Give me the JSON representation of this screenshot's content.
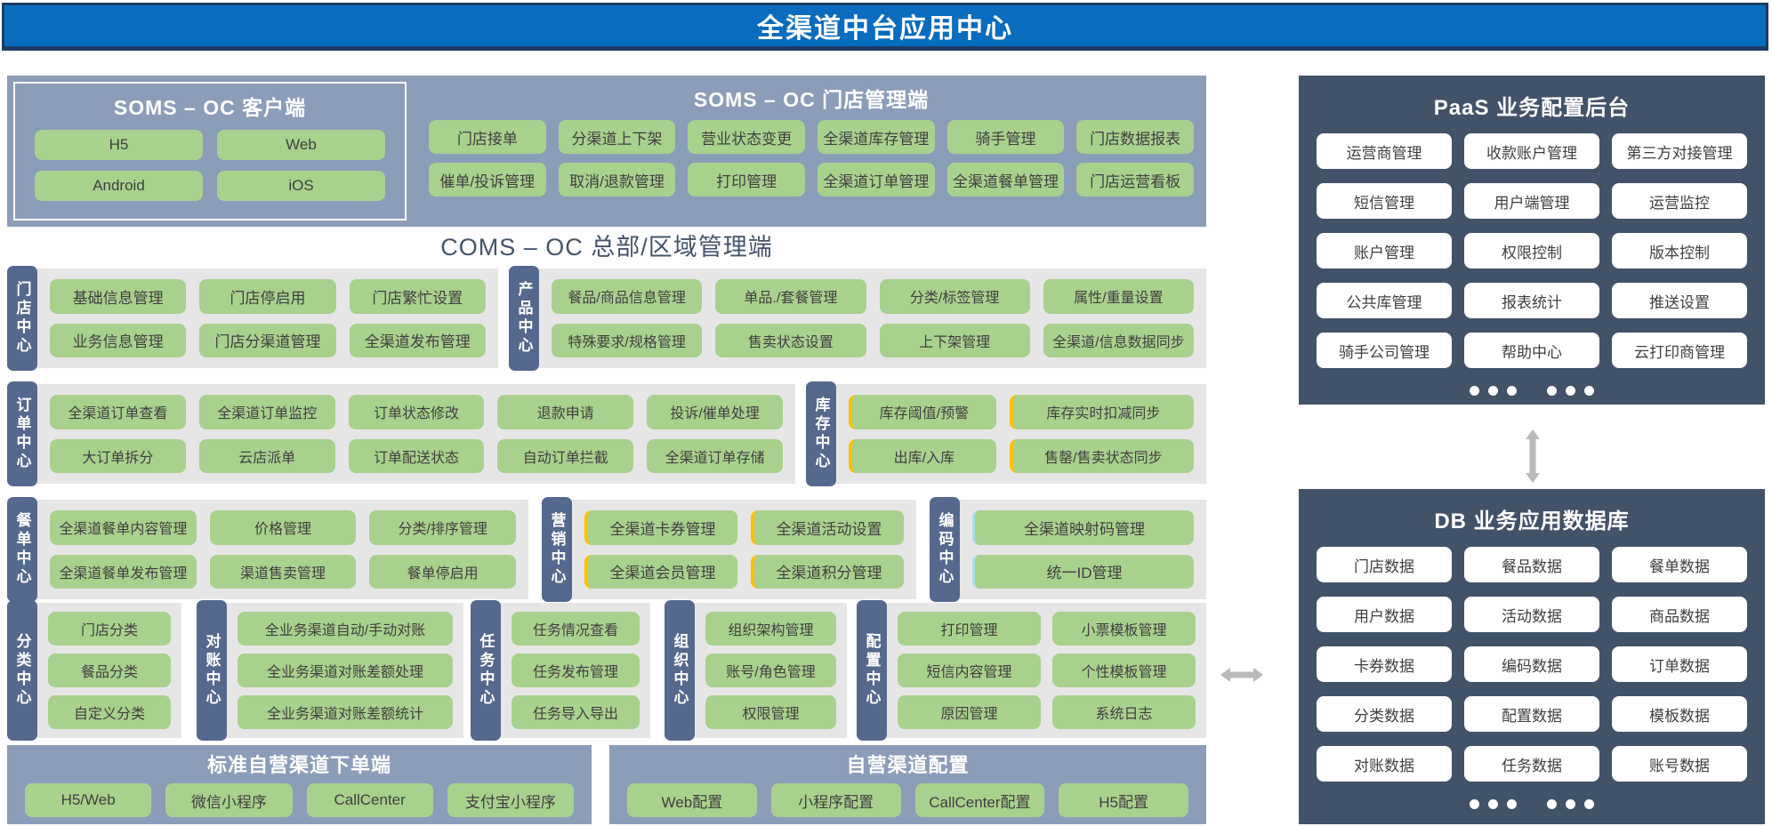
{
  "banner": {
    "title": "全渠道中台应用中心"
  },
  "colors": {
    "banner_blue": "#0a6cbf",
    "banner_border": "#1c3c63",
    "panel_slate": "#8c9db9",
    "button_green": "#a9d18e",
    "block_gray": "#e7e6e6",
    "tab_slate": "#55688e",
    "panel_navy": "#425269",
    "accent_yellow": "#ffc000",
    "accent_cyan": "#aadcec",
    "arrow_gray": "#b9b9b9",
    "coms_title_color": "#44546a"
  },
  "soms_client": {
    "title": "SOMS – OC 客户端",
    "items": [
      "H5",
      "Web",
      "Android",
      "iOS"
    ]
  },
  "soms_store": {
    "title": "SOMS – OC 门店管理端",
    "items": [
      "门店接单",
      "分渠道上下架",
      "营业状态变更",
      "全渠道库存管理",
      "骑手管理",
      "门店数据报表",
      "催单/投诉管理",
      "取消/退款管理",
      "打印管理",
      "全渠道订单管理",
      "全渠道餐单管理",
      "门店运营看板"
    ]
  },
  "coms": {
    "title": "COMS – OC 总部/区域管理端"
  },
  "centers": {
    "store": {
      "label": "门店中心",
      "items": [
        "基础信息管理",
        "门店停启用",
        "门店繁忙设置",
        "业务信息管理",
        "门店分渠道管理",
        "全渠道发布管理"
      ]
    },
    "product": {
      "label": "产品中心",
      "items": [
        "餐品/商品信息管理",
        "单品./套餐管理",
        "分类/标签管理",
        "属性/重量设置",
        "特殊要求/规格管理",
        "售卖状态设置",
        "上下架管理",
        "全渠道/信息数据同步"
      ]
    },
    "order": {
      "label": "订单中心",
      "items": [
        "全渠道订单查看",
        "全渠道订单监控",
        "订单状态修改",
        "退款申请",
        "投诉/催单处理",
        "大订单拆分",
        "云店派单",
        "订单配送状态",
        "自动订单拦截",
        "全渠道订单存储"
      ]
    },
    "inventory": {
      "label": "库存中心",
      "accent": "yellow",
      "items": [
        "库存阈值/预警",
        "库存实时扣减同步",
        "出库/入库",
        "售罄/售卖状态同步"
      ]
    },
    "menu": {
      "label": "餐单中心",
      "items": [
        "全渠道餐单内容管理",
        "价格管理",
        "分类/排序管理",
        "全渠道餐单发布管理",
        "渠道售卖管理",
        "餐单停启用"
      ]
    },
    "marketing": {
      "label": "营销中心",
      "accent": "yellow",
      "items": [
        "全渠道卡券管理",
        "全渠道活动设置",
        "全渠道会员管理",
        "全渠道积分管理"
      ]
    },
    "coding": {
      "label": "编码中心",
      "accent": "cyan",
      "items": [
        "全渠道映射码管理",
        "统一ID管理"
      ]
    },
    "category": {
      "label": "分类中心",
      "items": [
        "门店分类",
        "餐品分类",
        "自定义分类"
      ]
    },
    "reconciliation": {
      "label": "对账中心",
      "items": [
        "全业务渠道自动/手动对账",
        "全业务渠道对账差额处理",
        "全业务渠道对账差额统计"
      ]
    },
    "task": {
      "label": "任务中心",
      "items": [
        "任务情况查看",
        "任务发布管理",
        "任务导入导出"
      ]
    },
    "org": {
      "label": "组织中心",
      "items": [
        "组织架构管理",
        "账号/角色管理",
        "权限管理"
      ]
    },
    "config": {
      "label": "配置中心",
      "items": [
        "打印管理",
        "小票模板管理",
        "短信内容管理",
        "个性模板管理",
        "原因管理",
        "系统日志"
      ]
    }
  },
  "bottom": {
    "standard": {
      "title": "标准自营渠道下单端",
      "items": [
        "H5/Web",
        "微信小程序",
        "CallCenter",
        "支付宝小程序"
      ]
    },
    "self_config": {
      "title": "自营渠道配置",
      "items": [
        "Web配置",
        "小程序配置",
        "CallCenter配置",
        "H5配置"
      ]
    }
  },
  "paas": {
    "title": "PaaS 业务配置后台",
    "items": [
      "运营商管理",
      "收款账户管理",
      "第三方对接管理",
      "短信管理",
      "用户端管理",
      "运营监控",
      "账户管理",
      "权限控制",
      "版本控制",
      "公共库管理",
      "报表统计",
      "推送设置",
      "骑手公司管理",
      "帮助中心",
      "云打印商管理"
    ]
  },
  "db": {
    "title": "DB 业务应用数据库",
    "items": [
      "门店数据",
      "餐品数据",
      "餐单数据",
      "用户数据",
      "活动数据",
      "商品数据",
      "卡券数据",
      "编码数据",
      "订单数据",
      "分类数据",
      "配置数据",
      "模板数据",
      "对账数据",
      "任务数据",
      "账号数据"
    ]
  }
}
